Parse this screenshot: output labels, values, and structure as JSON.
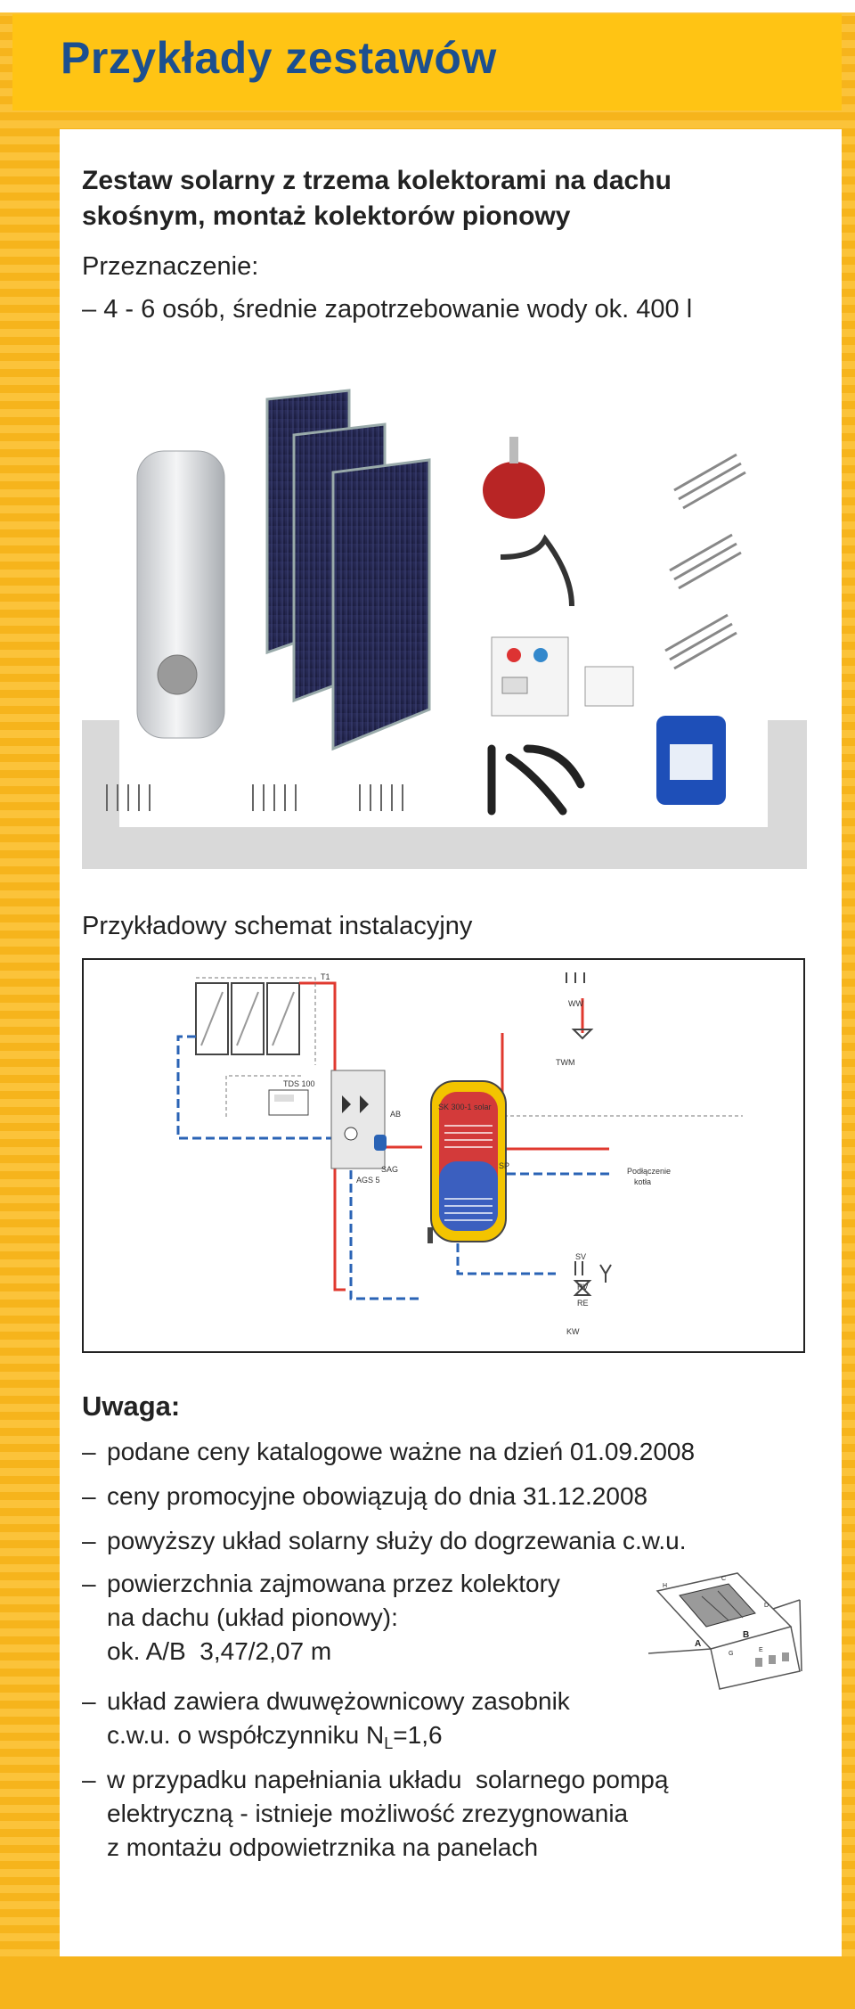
{
  "header": {
    "title": "Przykłady zestawów"
  },
  "set": {
    "heading": "Zestaw solarny z trzema kolektorami na dachu skośnym, montaż kolektorów pionowy",
    "purpose_label": "Przeznaczenie:",
    "purpose_dash": "–",
    "purpose_text": "4 - 6 osób, średnie zapotrzebowanie wody ok. 400 l"
  },
  "schema": {
    "label": "Przykładowy schemat instalacyjny",
    "labels": {
      "t1": "T1",
      "ww": "WW",
      "twm": "TWM",
      "tds": "TDS 100",
      "ab": "AB",
      "sk": "SK 300-1 solar",
      "sag": "SAG",
      "ags": "AGS 5",
      "sp": "SP",
      "boiler_1": "Podłączenie",
      "boiler_2": "kotła",
      "sv": "SV",
      "rv": "RV",
      "re": "RE",
      "kw": "KW"
    }
  },
  "notes": {
    "heading": "Uwaga:",
    "dash": "–",
    "n1": "podane ceny katalogowe ważne na dzień 01.09.2008",
    "n2": "ceny promocyjne obowiązują do dnia 31.12.2008",
    "n3": "powyższy układ solarny służy do dogrzewania c.w.u.",
    "n4_l1": "powierzchnia zajmowana przez kolektory",
    "n4_l2": "na dachu (układ pionowy):",
    "n4_l3": "ok. A/B  3,47/2,07 m",
    "n5_l1": "układ zawiera dwuwężownicowy zasobnik",
    "n5_l2a": "c.w.u. o współczynniku N",
    "n5_sub": "L",
    "n5_l2b": "=1,6",
    "n6_l1": "w przypadku napełniania układu  solarnego pompą",
    "n6_l2": "elektryczną - istnieje możliwość zrezygnowania",
    "n6_l3": "z montażu odpowietrznika na panelach"
  },
  "roof_sketch": {
    "a": "A",
    "b": "B",
    "c": "C",
    "d": "D",
    "e": "E",
    "g": "G",
    "h": "H"
  },
  "colors": {
    "frame": "#f6b41c",
    "title": "#1c4f8f",
    "hot": "#e0392f",
    "cold": "#2a63b5"
  }
}
